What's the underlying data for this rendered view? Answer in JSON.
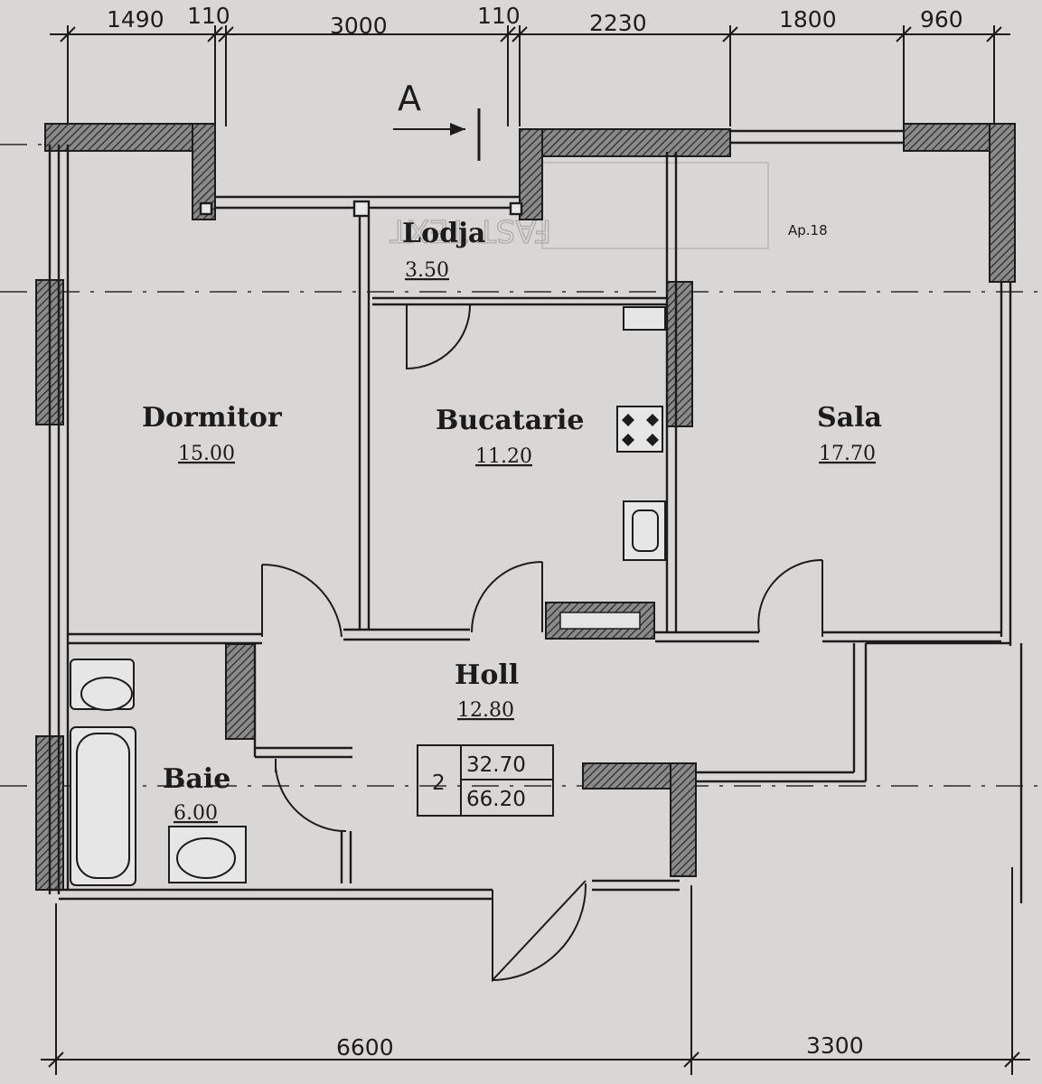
{
  "dimensions_top": [
    "1490",
    "110",
    "3000",
    "110",
    "2230",
    "1800",
    "960"
  ],
  "dimensions_bottom": [
    "6600",
    "3300"
  ],
  "section_marker": "A",
  "apartment_number": "Ap.18",
  "watermark": "FAST TEXT",
  "rooms": {
    "lodja": {
      "name": "Lodja",
      "area": "3.50"
    },
    "dormitor": {
      "name": "Dormitor",
      "area": "15.00"
    },
    "bucatarie": {
      "name": "Bucatarie",
      "area": "11.20"
    },
    "sala": {
      "name": "Sala",
      "area": "17.70"
    },
    "holl": {
      "name": "Holl",
      "area": "12.80"
    },
    "baie": {
      "name": "Baie",
      "area": "6.00"
    }
  },
  "summary": {
    "rooms": "2",
    "living_area": "32.70",
    "total_area": "66.20"
  },
  "colors": {
    "background": "#d9d7d6",
    "line": "#1c1c1c",
    "wall_fill": "#6a6a6a"
  }
}
